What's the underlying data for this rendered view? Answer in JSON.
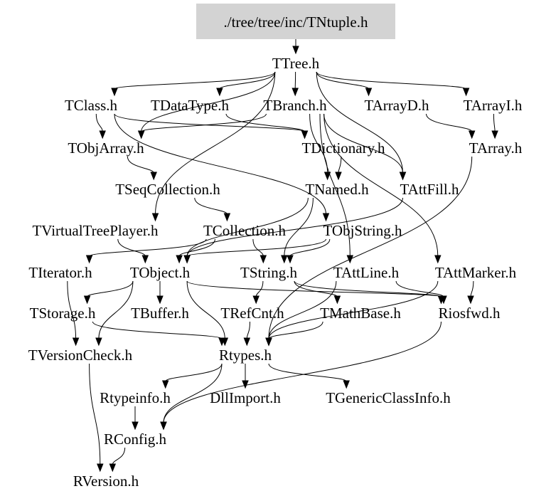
{
  "graph": {
    "title": "./tree/tree/inc/TNtuple.h include dependency graph",
    "root": {
      "id": "TNtuple",
      "label": "./tree/tree/inc/TNtuple.h",
      "fill": "#d3d3d3"
    },
    "nodes": [
      {
        "id": "TNtuple",
        "label": "./tree/tree/inc/TNtuple.h"
      },
      {
        "id": "TTree",
        "label": "TTree.h"
      },
      {
        "id": "TClass",
        "label": "TClass.h"
      },
      {
        "id": "TDataType",
        "label": "TDataType.h"
      },
      {
        "id": "TBranch",
        "label": "TBranch.h"
      },
      {
        "id": "TArrayD",
        "label": "TArrayD.h"
      },
      {
        "id": "TArrayI",
        "label": "TArrayI.h"
      },
      {
        "id": "TObjArray",
        "label": "TObjArray.h"
      },
      {
        "id": "TDictionary",
        "label": "TDictionary.h"
      },
      {
        "id": "TArray",
        "label": "TArray.h"
      },
      {
        "id": "TSeqCollection",
        "label": "TSeqCollection.h"
      },
      {
        "id": "TNamed",
        "label": "TNamed.h"
      },
      {
        "id": "TAttFill",
        "label": "TAttFill.h"
      },
      {
        "id": "TVirtualTreePlayer",
        "label": "TVirtualTreePlayer.h"
      },
      {
        "id": "TCollection",
        "label": "TCollection.h"
      },
      {
        "id": "TObjString",
        "label": "TObjString.h"
      },
      {
        "id": "TIterator",
        "label": "TIterator.h"
      },
      {
        "id": "TObject",
        "label": "TObject.h"
      },
      {
        "id": "TString",
        "label": "TString.h"
      },
      {
        "id": "TAttLine",
        "label": "TAttLine.h"
      },
      {
        "id": "TAttMarker",
        "label": "TAttMarker.h"
      },
      {
        "id": "TStorage",
        "label": "TStorage.h"
      },
      {
        "id": "TBuffer",
        "label": "TBuffer.h"
      },
      {
        "id": "TRefCnt",
        "label": "TRefCnt.h"
      },
      {
        "id": "TMathBase",
        "label": "TMathBase.h"
      },
      {
        "id": "Riosfwd",
        "label": "Riosfwd.h"
      },
      {
        "id": "TVersionCheck",
        "label": "TVersionCheck.h"
      },
      {
        "id": "Rtypes",
        "label": "Rtypes.h"
      },
      {
        "id": "Rtypeinfo",
        "label": "Rtypeinfo.h"
      },
      {
        "id": "DllImport",
        "label": "DllImport.h"
      },
      {
        "id": "TGenericClassInfo",
        "label": "TGenericClassInfo.h"
      },
      {
        "id": "RConfig",
        "label": "RConfig.h"
      },
      {
        "id": "RVersion",
        "label": "RVersion.h"
      }
    ],
    "edges": [
      [
        "TNtuple",
        "TTree"
      ],
      [
        "TTree",
        "TClass"
      ],
      [
        "TTree",
        "TDataType"
      ],
      [
        "TTree",
        "TBranch"
      ],
      [
        "TTree",
        "TArrayD"
      ],
      [
        "TTree",
        "TArrayI"
      ],
      [
        "TTree",
        "TObjArray"
      ],
      [
        "TTree",
        "TVirtualTreePlayer"
      ],
      [
        "TTree",
        "TAttFill"
      ],
      [
        "TClass",
        "TObjArray"
      ],
      [
        "TClass",
        "TDictionary"
      ],
      [
        "TClass",
        "TObjString"
      ],
      [
        "TDataType",
        "TDictionary"
      ],
      [
        "TBranch",
        "TObjArray"
      ],
      [
        "TBranch",
        "TNamed"
      ],
      [
        "TBranch",
        "TAttFill"
      ],
      [
        "TArrayD",
        "TArray"
      ],
      [
        "TArrayI",
        "TArray"
      ],
      [
        "TArray",
        "Rtypes"
      ],
      [
        "TObjArray",
        "TSeqCollection"
      ],
      [
        "TDictionary",
        "TNamed"
      ],
      [
        "TSeqCollection",
        "TCollection"
      ],
      [
        "TNamed",
        "TObject"
      ],
      [
        "TNamed",
        "TString"
      ],
      [
        "TAttFill",
        "TObject"
      ],
      [
        "TVirtualTreePlayer",
        "TObject"
      ],
      [
        "TCollection",
        "TObject"
      ],
      [
        "TCollection",
        "TIterator"
      ],
      [
        "TCollection",
        "TString"
      ],
      [
        "TObjString",
        "TObject"
      ],
      [
        "TObjString",
        "TString"
      ],
      [
        "TBranch",
        "TAttLine"
      ],
      [
        "TBranch",
        "TAttMarker"
      ],
      [
        "TObject",
        "TStorage"
      ],
      [
        "TObject",
        "TBuffer"
      ],
      [
        "TObject",
        "Riosfwd"
      ],
      [
        "TObject",
        "TVersionCheck"
      ],
      [
        "TObject",
        "Rtypes"
      ],
      [
        "TIterator",
        "TVersionCheck"
      ],
      [
        "TString",
        "TRefCnt"
      ],
      [
        "TString",
        "TMathBase"
      ],
      [
        "TString",
        "Riosfwd"
      ],
      [
        "TAttLine",
        "Riosfwd"
      ],
      [
        "TAttLine",
        "Rtypes"
      ],
      [
        "TAttMarker",
        "Riosfwd"
      ],
      [
        "TAttMarker",
        "Rtypes"
      ],
      [
        "TRefCnt",
        "Rtypes"
      ],
      [
        "TMathBase",
        "Rtypes"
      ],
      [
        "TStorage",
        "Rtypes"
      ],
      [
        "Riosfwd",
        "RConfig"
      ],
      [
        "Rtypes",
        "Rtypeinfo"
      ],
      [
        "Rtypes",
        "DllImport"
      ],
      [
        "Rtypes",
        "TGenericClassInfo"
      ],
      [
        "Rtypes",
        "RConfig"
      ],
      [
        "TVersionCheck",
        "RVersion"
      ],
      [
        "Rtypeinfo",
        "RConfig"
      ],
      [
        "RConfig",
        "RVersion"
      ]
    ]
  }
}
